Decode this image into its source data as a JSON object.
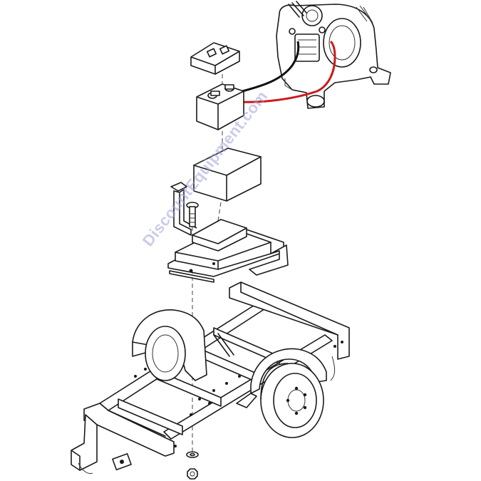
{
  "diagram": {
    "watermark_text": "DiscountEquipment.com",
    "colors": {
      "line": "#1a1a1a",
      "positive_cable": "#cc1a1a",
      "negative_cable": "#111111",
      "watermark": "#a0a0d7"
    },
    "parts": [
      "engine",
      "battery-cover",
      "battery",
      "battery-box",
      "hold-down-strap",
      "battery-tray",
      "carriage-bolt",
      "trailer-frame",
      "wheel",
      "fender",
      "washer",
      "nut"
    ]
  }
}
